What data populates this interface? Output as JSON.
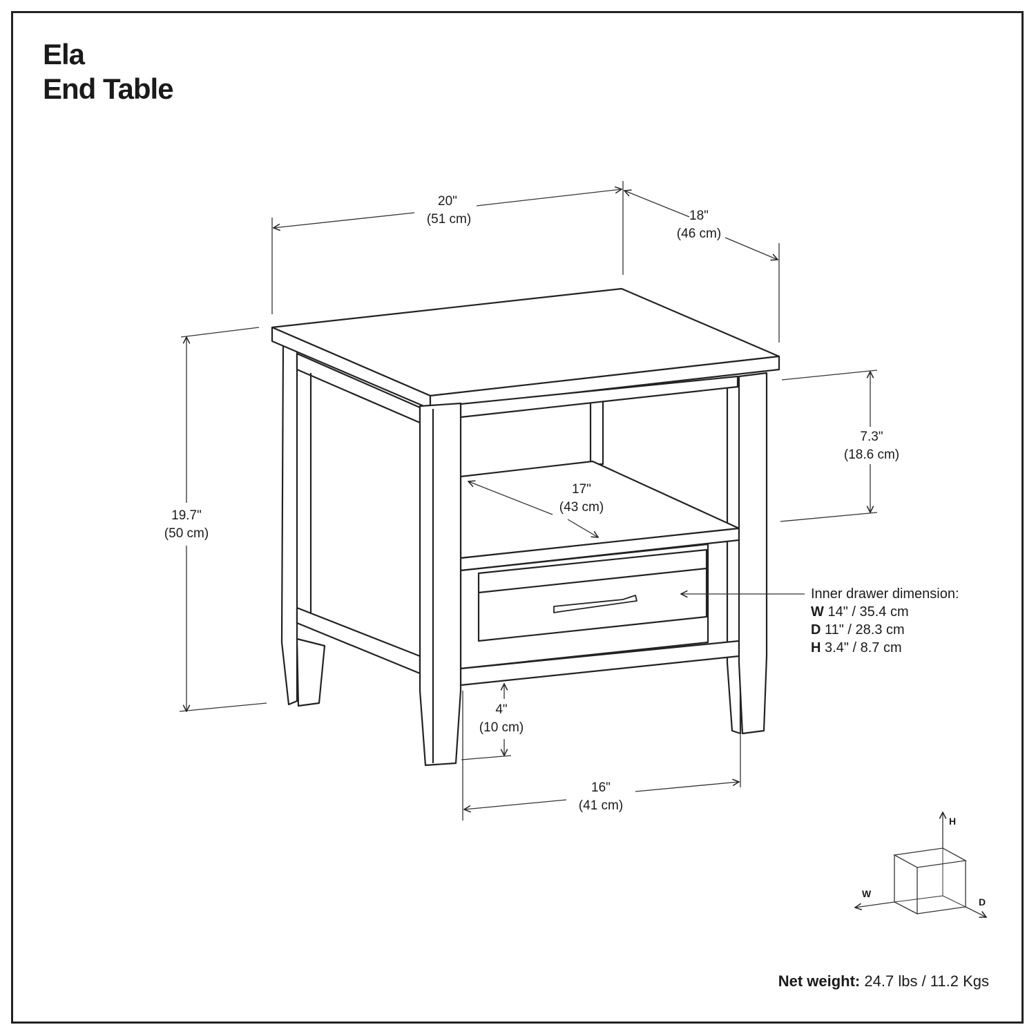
{
  "title": {
    "line1": "Ela",
    "line2": "End Table"
  },
  "dimensions": {
    "width": {
      "in": "20\"",
      "cm": "(51 cm)"
    },
    "depth": {
      "in": "18\"",
      "cm": "(46 cm)"
    },
    "height": {
      "in": "19.7\"",
      "cm": "(50 cm)"
    },
    "opening": {
      "in": "7.3\"",
      "cm": "(18.6 cm)"
    },
    "shelf_depth": {
      "in": "17\"",
      "cm": "(43 cm)"
    },
    "clearance": {
      "in": "4\"",
      "cm": "(10 cm)"
    },
    "inner_width": {
      "in": "16\"",
      "cm": "(41 cm)"
    }
  },
  "drawer": {
    "heading": "Inner drawer dimension:",
    "rows": [
      {
        "key": "W",
        "value": "14\" / 35.4 cm"
      },
      {
        "key": "D",
        "value": "11\" / 28.3 cm"
      },
      {
        "key": "H",
        "value": "3.4\" / 8.7 cm"
      }
    ]
  },
  "axes": {
    "h": "H",
    "w": "W",
    "d": "D"
  },
  "net_weight": {
    "label": "Net weight:",
    "value": "24.7 lbs / 11.2 Kgs"
  }
}
